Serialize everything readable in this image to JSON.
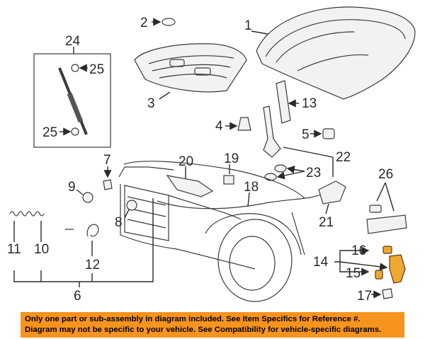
{
  "callouts": {
    "n1": "1",
    "n2": "2",
    "n3": "3",
    "n4": "4",
    "n5": "5",
    "n6": "6",
    "n7": "7",
    "n8": "8",
    "n9": "9",
    "n10": "10",
    "n11": "11",
    "n12": "12",
    "n13": "13",
    "n14": "14",
    "n15": "15",
    "n16": "16",
    "n17": "17",
    "n18": "18",
    "n19": "19",
    "n20": "20",
    "n21": "21",
    "n22": "22",
    "n23": "23",
    "n24": "24",
    "n25a": "25",
    "n25b": "25",
    "n26": "26"
  },
  "notice": {
    "line1": "Only one part or sub-assembly in diagram included. See Item Specifics for Reference #.",
    "line2": "Diagram may not be specific to your vehicle. See Compatibility for vehicle-specific diagrams."
  },
  "colors": {
    "banner": "#f7941d",
    "highlight": "#f0a830",
    "ink": "#2a2a2a"
  }
}
